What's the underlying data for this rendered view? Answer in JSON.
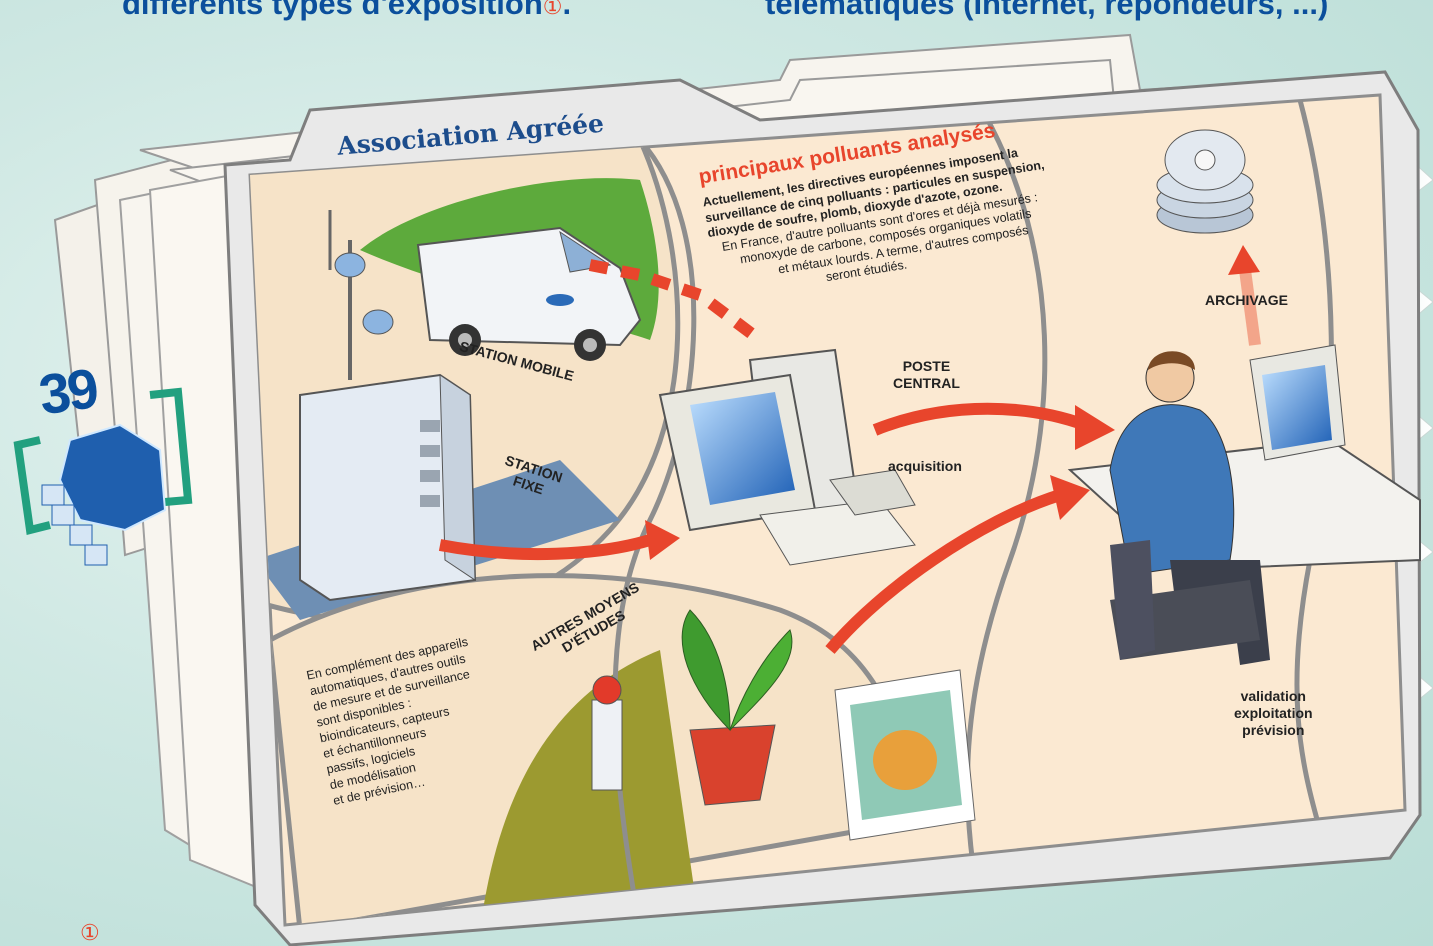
{
  "headings": {
    "left": "différents types d'exposition",
    "left_mark": "①",
    "left_end": ".",
    "right": "télématiques (Internet, répondeurs, ...)"
  },
  "folder_tab": "Association Agréée",
  "badge_number": "39",
  "pollutants": {
    "title": "principaux polluants analysés",
    "line1": "Actuellement, les directives européennes imposent la",
    "line2": "surveillance de cinq polluants : particules en suspension,",
    "line3": "dioxyde de soufre, plomb, dioxyde d'azote, ozone.",
    "line4": "En France, d'autre polluants sont d'ores et déjà mesurés :",
    "line5": "monoxyde de carbone, composés organiques volatils",
    "line6": "et métaux lourds. A terme, d'autres composés",
    "line7": "seront étudiés."
  },
  "labels": {
    "station_mobile": "STATION MOBILE",
    "station_fixe_1": "STATION",
    "station_fixe_2": "FIXE",
    "poste_central_1": "POSTE",
    "poste_central_2": "CENTRAL",
    "acquisition": "acquisition",
    "archivage": "ARCHIVAGE",
    "autres_moyens_1": "AUTRES MOYENS",
    "autres_moyens_2": "D'ÉTUDES",
    "validation": "validation",
    "exploitation": "exploitation",
    "prevision": "prévision"
  },
  "other_means_text": "En complément des appareils\nautomatiques, d'autres outils\nde mesure et de surveillance\nsont disponibles :\nbioindicateurs, capteurs\net échantillonneurs\npassifs, logiciels\nde modélisation\net de prévision…",
  "footnote_mark": "①",
  "colors": {
    "heading_blue": "#0b4f9c",
    "accent_red": "#e8452c",
    "panel_beige": "#fbe9d2",
    "frame_grey": "#8e8e8e"
  }
}
